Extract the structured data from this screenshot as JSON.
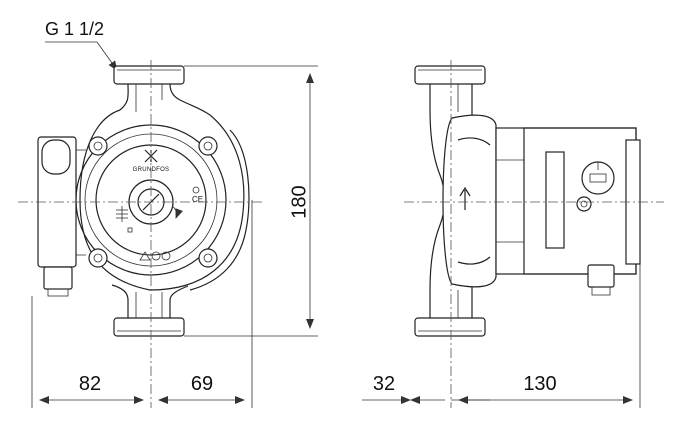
{
  "thread_label": "G 1 1/2",
  "brand": "GRUNDFOS",
  "dimensions": {
    "height": "180",
    "left_width": "82",
    "right_width": "69",
    "side_offset": "32",
    "side_depth": "130"
  },
  "marks": {
    "ce": "CE"
  }
}
